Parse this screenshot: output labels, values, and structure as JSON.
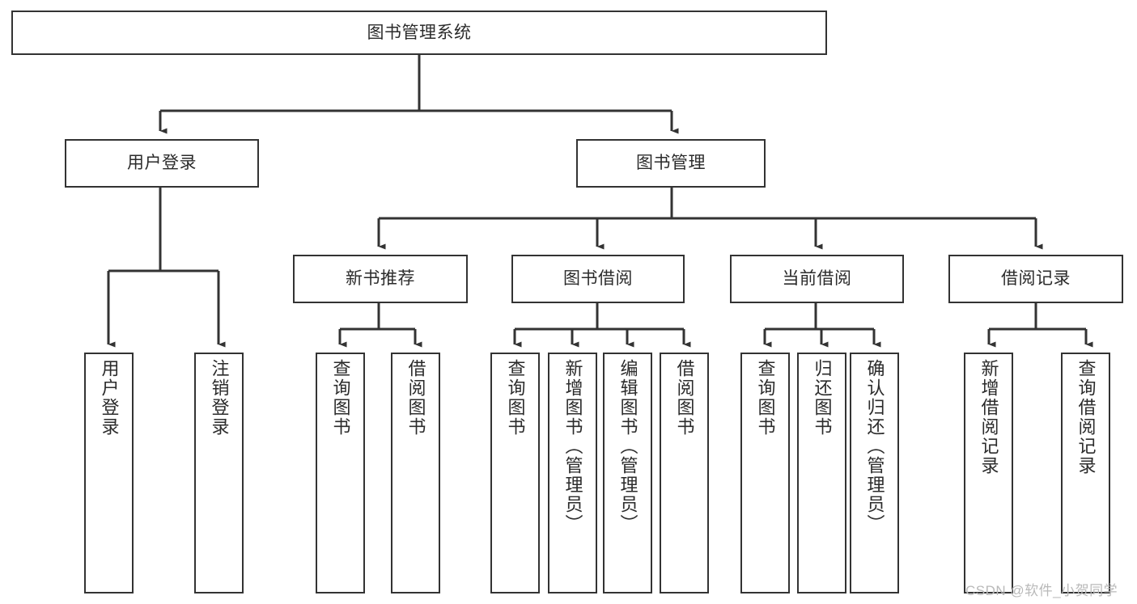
{
  "diagram": {
    "type": "tree",
    "title": "图书管理系统",
    "root": {
      "id": "root",
      "label": "图书管理系统",
      "orientation": "horizontal"
    },
    "level1": [
      {
        "id": "user-login",
        "label": "用户登录",
        "orientation": "horizontal"
      },
      {
        "id": "book-manage",
        "label": "图书管理",
        "orientation": "horizontal"
      }
    ],
    "level2": [
      {
        "id": "new-book-recommend",
        "label": "新书推荐",
        "orientation": "horizontal",
        "parent": "book-manage"
      },
      {
        "id": "book-borrow",
        "label": "图书借阅",
        "orientation": "horizontal",
        "parent": "book-manage"
      },
      {
        "id": "current-borrow",
        "label": "当前借阅",
        "orientation": "horizontal",
        "parent": "book-manage"
      },
      {
        "id": "borrow-record",
        "label": "借阅记录",
        "orientation": "horizontal",
        "parent": "book-manage"
      }
    ],
    "leaves": [
      {
        "id": "leaf-user-login",
        "label": "用户登录",
        "parent": "user-login"
      },
      {
        "id": "leaf-user-logout",
        "label": "注销登录",
        "parent": "user-login"
      },
      {
        "id": "leaf-recommend-query",
        "label": "查询图书",
        "parent": "new-book-recommend"
      },
      {
        "id": "leaf-recommend-borrow",
        "label": "借阅图书",
        "parent": "new-book-recommend"
      },
      {
        "id": "leaf-borrow-query",
        "label": "查询图书",
        "parent": "book-borrow"
      },
      {
        "id": "leaf-borrow-add",
        "label": "新增图书（管理员）",
        "parent": "book-borrow"
      },
      {
        "id": "leaf-borrow-edit",
        "label": "编辑图书（管理员）",
        "parent": "book-borrow"
      },
      {
        "id": "leaf-borrow-borrow",
        "label": "借阅图书",
        "parent": "book-borrow"
      },
      {
        "id": "leaf-current-query",
        "label": "查询图书",
        "parent": "current-borrow"
      },
      {
        "id": "leaf-current-return",
        "label": "归还图书",
        "parent": "current-borrow"
      },
      {
        "id": "leaf-current-confirm",
        "label": "确认归还（管理员）",
        "parent": "current-borrow"
      },
      {
        "id": "leaf-record-add",
        "label": "新增借阅记录",
        "parent": "borrow-record"
      },
      {
        "id": "leaf-record-query",
        "label": "查询借阅记录",
        "parent": "borrow-record"
      }
    ],
    "colors": {
      "stroke": "#333333",
      "fill": "#ffffff",
      "text": "#2b2b2b",
      "watermark": "#b9b9b9"
    }
  },
  "watermark": {
    "text": "CSDN @软件_小贺同学"
  }
}
